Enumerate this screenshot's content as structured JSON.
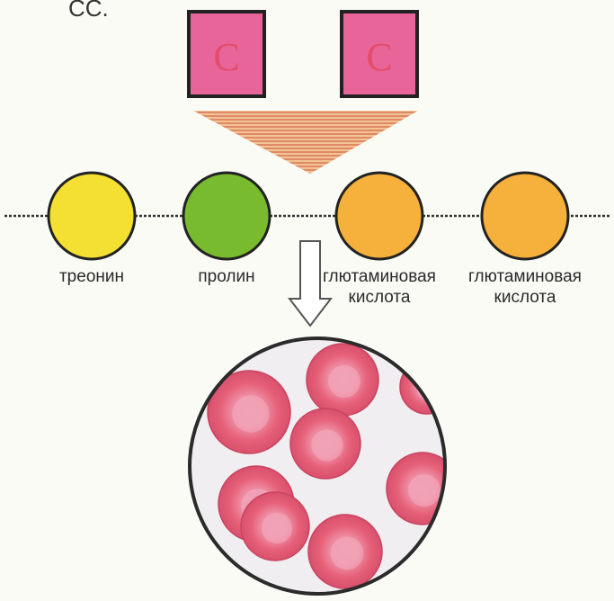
{
  "caption": "CC.",
  "codon": {
    "letters": [
      "C",
      "C"
    ],
    "color": "#e8659a"
  },
  "amino_acids": [
    {
      "name": "треонин",
      "line2": "",
      "color": "#f3e033"
    },
    {
      "name": "пролин",
      "line2": "",
      "color": "#78bb2e"
    },
    {
      "name": "глютаминовая",
      "line2": "кислота",
      "color": "#f6b03c"
    },
    {
      "name": "глютаминовая",
      "line2": "кислота",
      "color": "#f6b03c"
    }
  ],
  "chain_color": "#333333",
  "blood_cell_color": "#e8607e",
  "micrograph_bg": "#f1eef1"
}
